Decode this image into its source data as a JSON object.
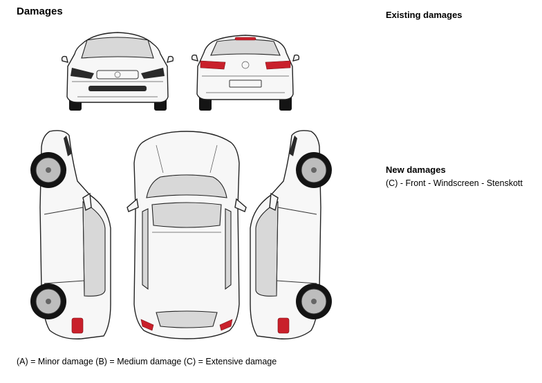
{
  "title": "Damages",
  "existing": {
    "heading": "Existing damages"
  },
  "new_damages": {
    "heading": "New damages",
    "items": [
      "(C) - Front - Windscreen - Stenskott"
    ]
  },
  "legend": "(A) = Minor damage  (B) = Medium damage  (C) = Extensive damage",
  "views": [
    "front",
    "rear",
    "left-side",
    "top",
    "right-side"
  ]
}
